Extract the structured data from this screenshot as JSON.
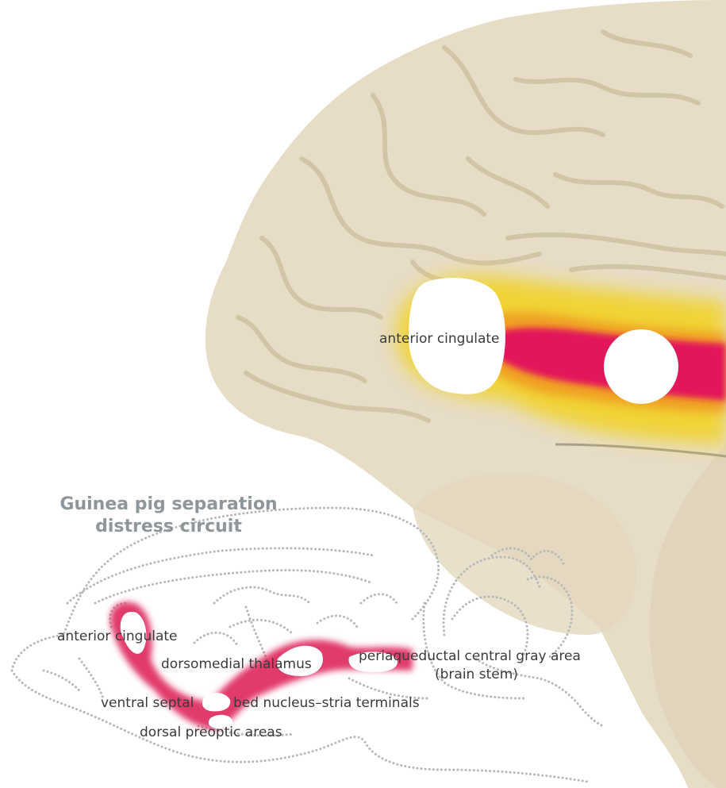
{
  "figure": {
    "title_line1": "Guinea pig separation",
    "title_line2": "distress circuit"
  },
  "human_brain": {
    "label": "anterior cingulate"
  },
  "guinea_pig_circuit": {
    "labels": {
      "anterior_cingulate": "anterior cingulate",
      "dorsomedial_thalamus": "dorsomedial thalamus",
      "periaqueductal_line1": "periaqueductal central gray area",
      "periaqueductal_line2": "(brain stem)",
      "ventral_septal": "ventral septal",
      "bed_nucleus": "bed nucleus–stria terminals",
      "dorsal_preoptic": "dorsal preoptic areas"
    }
  },
  "colors": {
    "brain_fill": "#e6dcc4",
    "brain_fold": "#d2c6a8",
    "heat_yellow": "#f2d21a",
    "heat_red": "#e2185a",
    "circuit_red": "#dc1a52",
    "outline_gray": "#b8b8b8",
    "title_gray": "#8f969a"
  }
}
